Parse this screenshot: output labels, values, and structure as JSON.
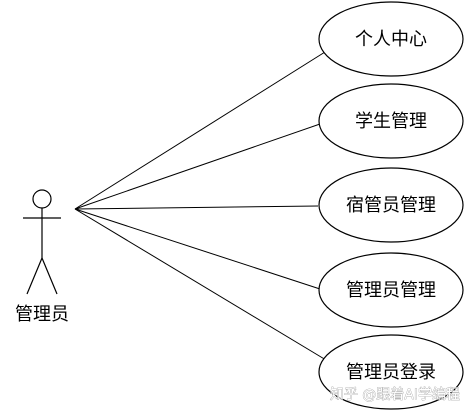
{
  "actor": {
    "label": "管理员"
  },
  "use_cases": [
    {
      "label": "个人中心"
    },
    {
      "label": "学生管理"
    },
    {
      "label": "宿管员管理"
    },
    {
      "label": "管理员管理"
    },
    {
      "label": "管理员登录"
    }
  ],
  "watermark": {
    "text": "知乎 @跟着AI学编程"
  },
  "colors": {
    "stroke": "#000000",
    "background": "#ffffff"
  }
}
